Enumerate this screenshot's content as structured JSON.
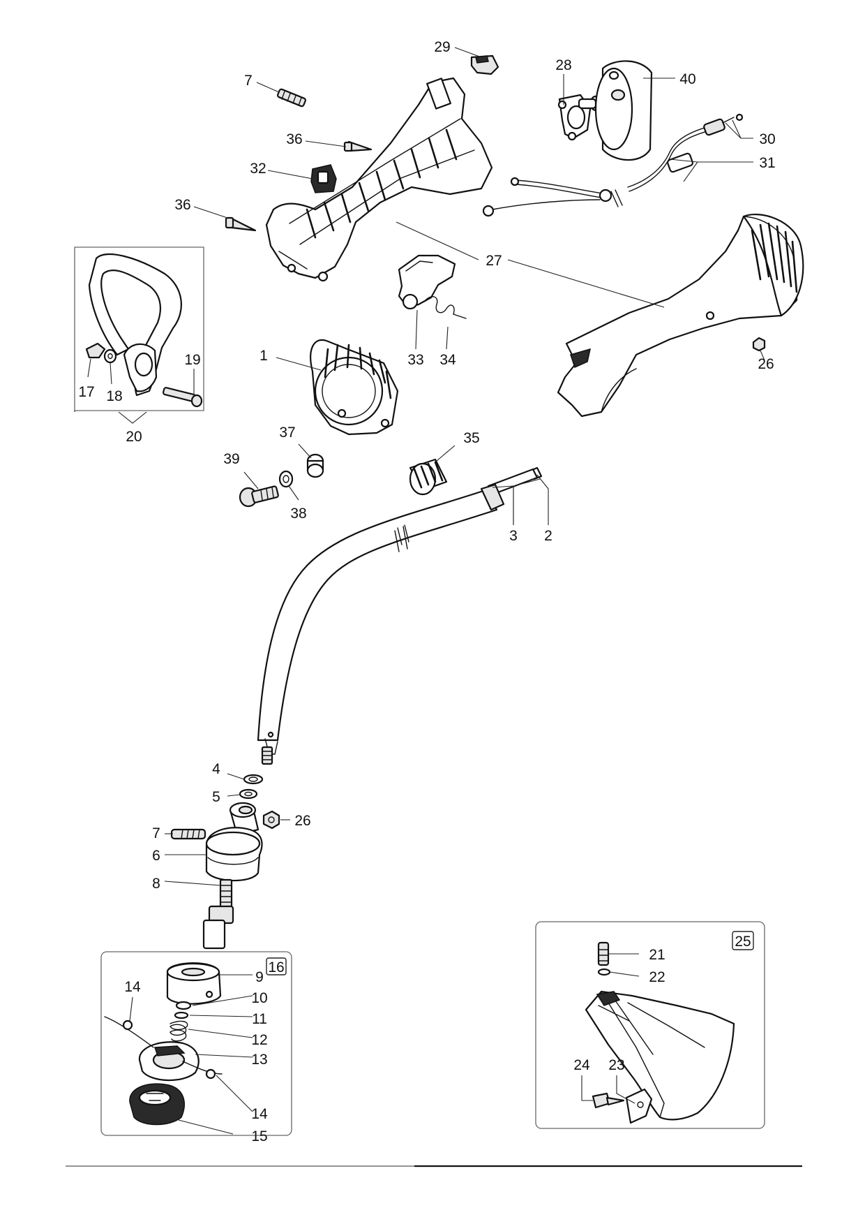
{
  "callouts": {
    "c1": "1",
    "c2": "2",
    "c3": "3",
    "c4": "4",
    "c5": "5",
    "c6": "6",
    "c7a": "7",
    "c7b": "7",
    "c8": "8",
    "c9": "9",
    "c10": "10",
    "c11": "11",
    "c12": "12",
    "c13": "13",
    "c14a": "14",
    "c14b": "14",
    "c15": "15",
    "c16": "16",
    "c17": "17",
    "c18": "18",
    "c19": "19",
    "c20": "20",
    "c21": "21",
    "c22": "22",
    "c23": "23",
    "c24": "24",
    "c25": "25",
    "c26a": "26",
    "c26b": "26",
    "c27": "27",
    "c28": "28",
    "c29": "29",
    "c30": "30",
    "c31": "31",
    "c32": "32",
    "c33": "33",
    "c34": "34",
    "c35": "35",
    "c36a": "36",
    "c36b": "36",
    "c37": "37",
    "c38": "38",
    "c39": "39",
    "c40": "40"
  }
}
